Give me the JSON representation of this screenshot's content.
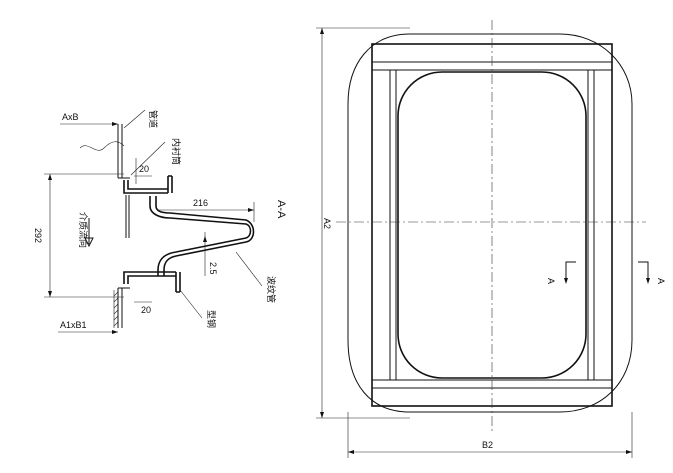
{
  "section_view": {
    "title": "A-A",
    "labels": {
      "connection_tube": "管道",
      "inner_lining": "内衬筒",
      "flow_direction": "介质流向",
      "corrugated_pipe": "波纹管",
      "steel_section": "型钢"
    },
    "dimensions": {
      "top_opening": "AxB",
      "bottom_opening": "A1xB1",
      "overall_height": "292",
      "bellows_extension": "216",
      "wall_thickness": "2.5",
      "flange_top": "20",
      "flange_bottom": "20"
    }
  },
  "plan_view": {
    "height_label": "A2",
    "width_label": "B2",
    "section_mark_left": "A",
    "section_mark_right": "A"
  }
}
